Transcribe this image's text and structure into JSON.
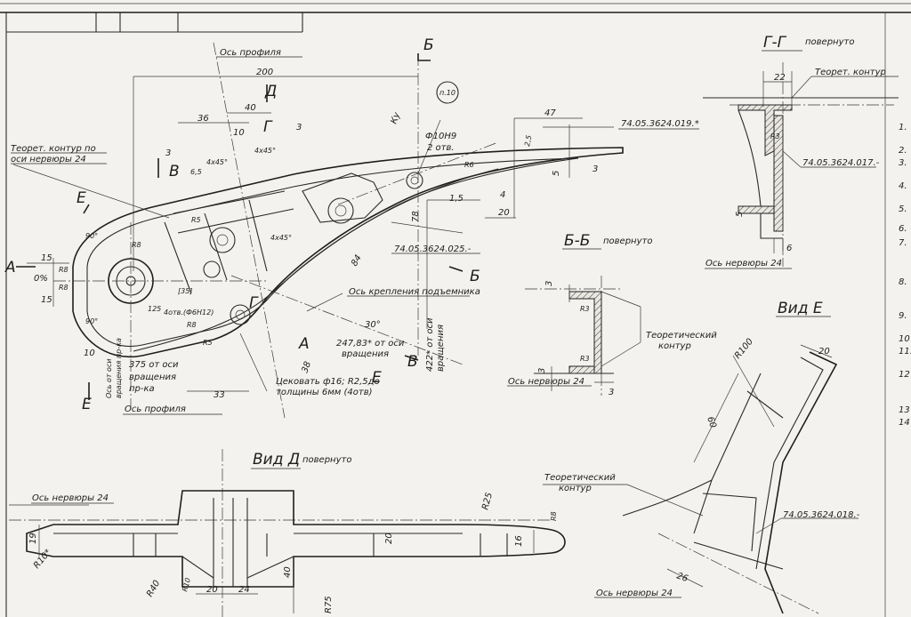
{
  "main_view": {
    "profile_axis_top": "Ось профиля",
    "profile_axis_bottom": "Ось профиля",
    "theor_contour_line1": "Теорет. контур по",
    "theor_contour_line2": "оси нервюры 24",
    "dim_200": "200",
    "dim_40": "40",
    "dim_36": "36",
    "dim_10": "10",
    "dim_3a": "3",
    "dim_3b": "3",
    "dim_65": "6,5",
    "chamfer_1": "4х45°",
    "chamfer_2": "4х45°",
    "chamfer_3": "4х45°",
    "r8_a": "R8",
    "r8_b": "R8",
    "r8_c": "R8",
    "r8_d": "R8",
    "r5_a": "R5",
    "r5_b": "R5",
    "r6": "R6",
    "dim_15a": "15",
    "dim_15b": "15",
    "dim_0pct": "0%",
    "dim_90a": "90°",
    "dim_90b": "90°",
    "dim_10b": "10",
    "dim_35": "[35]",
    "dim_125": "125",
    "holes_note": "4отв.(Ф6Н12)",
    "attach_axis": "Ось крепления подъемника",
    "dim_30": "30°",
    "dim_24783_l1": "247,83* от оси",
    "dim_24783_l2": "вращения",
    "dim_422_l1": "422* от оси",
    "dim_422_l2": "вращения",
    "dim_375_l1": "375 от оси",
    "dim_375_l2": "вращения",
    "dim_375_l3": "пр-ка",
    "axis_rot_note_l1": "Ось от оси",
    "axis_rot_note_l2": "вращения пр-ка",
    "counterbore_l1": "Цековать ф16; R2,5до",
    "counterbore_l2": "толщины 6мм (4отв)",
    "dim_33": "33",
    "dim_38": "38",
    "dim_78": "78",
    "dim_84": "84",
    "dim_47": "47",
    "dim_20": "20",
    "dim_4": "4",
    "dim_15c": "1,5",
    "dim_3c": "3",
    "dim_5": "5",
    "dim_25": "2,5",
    "hole_note_l1": "Ф10Н9",
    "hole_note_l2": "2 отв.",
    "part_ref": "п.10",
    "ku_label": "Ку",
    "ref_019": "74.05.3624.019.*",
    "ref_025": "74.05.3624.025.-"
  },
  "section_letters": {
    "d": "Д",
    "g": "Г",
    "g2": "Г",
    "v": "В",
    "v2": "В",
    "b": "Б",
    "b2": "Б",
    "e": "Е",
    "e2": "Е",
    "e3": "Е",
    "a": "А",
    "a2": "А"
  },
  "section_gg": {
    "title": "Г-Г",
    "suffix": "повернуто",
    "theor_contour": "Теорет. контур",
    "dim_22": "22",
    "dim_6": "6",
    "dim_5": "5",
    "r3": "R3",
    "rib_axis": "Ось нервюры 24",
    "ref": "74.05.3624.017.-"
  },
  "section_bb": {
    "title": "Б-Б",
    "suffix": "повернуто",
    "theor_l1": "Теоретический",
    "theor_l2": "контур",
    "r3a": "R3",
    "r3b": "R3",
    "dim_3a": "3",
    "dim_3b": "3",
    "dim_3c": "3",
    "rib_axis": "Ось нервюры 24"
  },
  "view_e": {
    "title": "Вид Е",
    "r100": "R100",
    "dim_20": "20",
    "dim_60": "60",
    "dim_26": "26",
    "theor_l1": "Теоретический",
    "theor_l2": "контур",
    "ref": "74.05.3624.018.-",
    "rib_axis": "Ось нервюры 24"
  },
  "view_d": {
    "title": "Вид Д",
    "suffix": "повернуто",
    "rib_axis": "Ось нервюры 24",
    "dim_19": "19",
    "r10": "R10*",
    "r40": "R40",
    "r10b": "R10",
    "dim_20": "20",
    "dim_24": "24",
    "dim_40": "40",
    "r75": "R75",
    "dim_20b": "20",
    "r25": "R25",
    "dim_16": "16",
    "r8": "R8"
  },
  "notes_margin": [
    "1.",
    "2.",
    "3.",
    "4.",
    "5.",
    "6.",
    "7.",
    "8.",
    "9.",
    "10",
    "11.",
    "12",
    "13",
    "14"
  ]
}
